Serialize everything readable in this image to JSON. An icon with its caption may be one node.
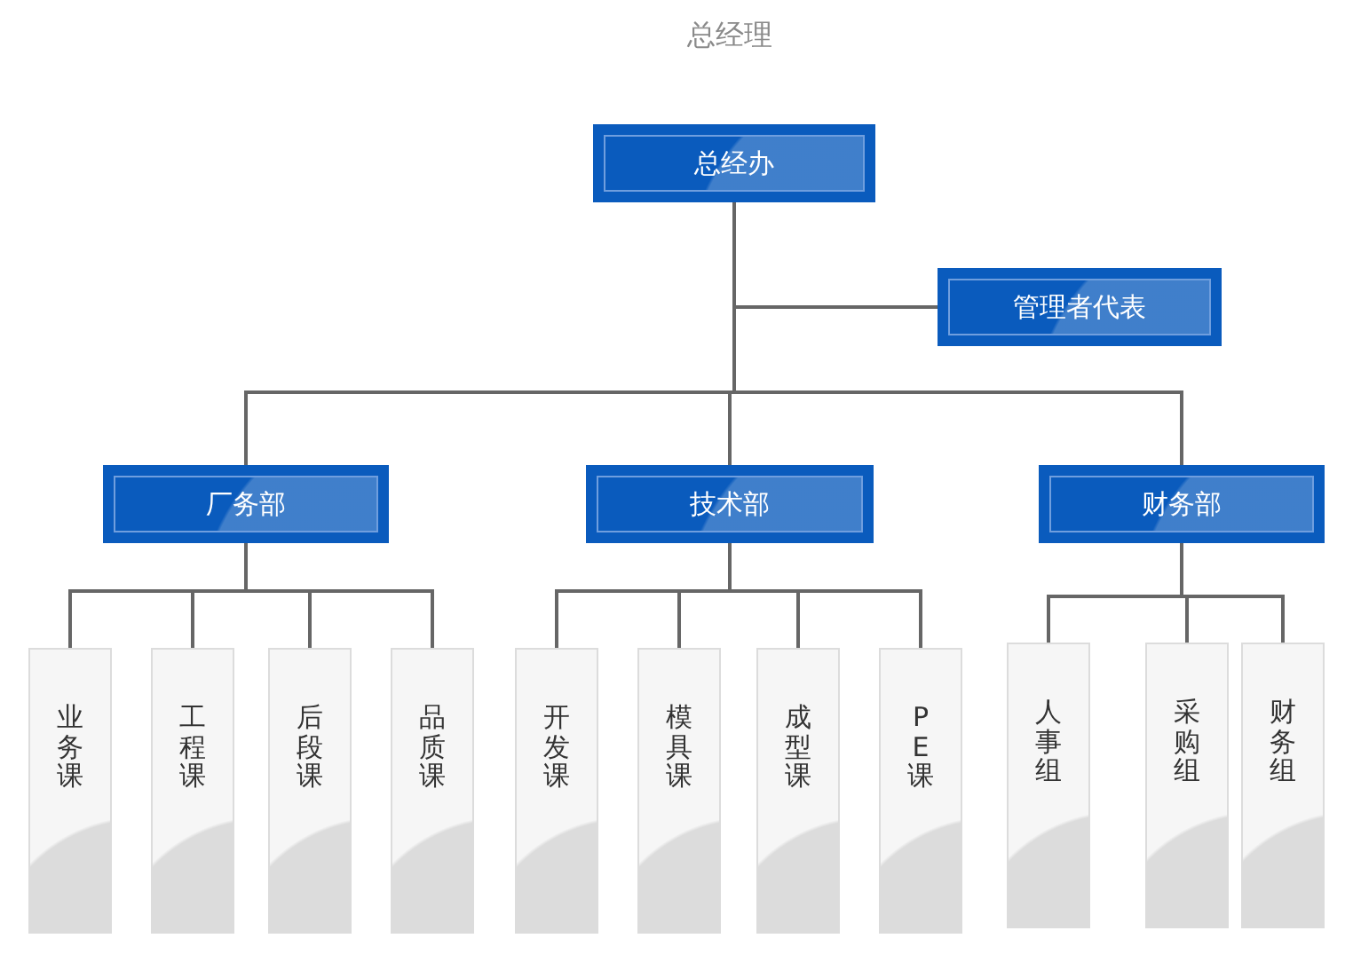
{
  "diagram": {
    "title": "总经理",
    "nodes": [
      {
        "text": [
          "总经办"
        ]
      },
      {
        "text": [
          "管理者代表"
        ]
      },
      {
        "text": [
          "厂务部"
        ]
      },
      {
        "text": [
          "技术部"
        ]
      },
      {
        "text": [
          "财务部"
        ]
      },
      {
        "text": [
          "业务课"
        ]
      },
      {
        "text": [
          "工程课"
        ]
      },
      {
        "text": [
          "后段课"
        ]
      },
      {
        "text": [
          "品质课"
        ]
      },
      {
        "text": [
          "开发课"
        ]
      },
      {
        "text": [
          "模具课"
        ]
      },
      {
        "text": [
          "成型课"
        ]
      },
      {
        "text": [
          "PE课"
        ]
      },
      {
        "text": [
          "人事组"
        ]
      },
      {
        "text": [
          "采购组"
        ]
      },
      {
        "text": [
          "财务组"
        ]
      }
    ],
    "edges": [
      {
        "from": 0,
        "to": 1,
        "arrow": "none"
      },
      {
        "from": 0,
        "to": 2,
        "arrow": "none"
      },
      {
        "from": 0,
        "to": 3,
        "arrow": "none"
      },
      {
        "from": 0,
        "to": 4,
        "arrow": "none"
      },
      {
        "from": 2,
        "to": 5,
        "arrow": "none"
      },
      {
        "from": 2,
        "to": 6,
        "arrow": "none"
      },
      {
        "from": 2,
        "to": 7,
        "arrow": "none"
      },
      {
        "from": 2,
        "to": 8,
        "arrow": "none"
      },
      {
        "from": 3,
        "to": 9,
        "arrow": "none"
      },
      {
        "from": 3,
        "to": 10,
        "arrow": "none"
      },
      {
        "from": 3,
        "to": 11,
        "arrow": "none"
      },
      {
        "from": 3,
        "to": 12,
        "arrow": "none"
      },
      {
        "from": 4,
        "to": 13,
        "arrow": "none"
      },
      {
        "from": 4,
        "to": 14,
        "arrow": "none"
      },
      {
        "from": 4,
        "to": 15,
        "arrow": "none"
      }
    ]
  }
}
